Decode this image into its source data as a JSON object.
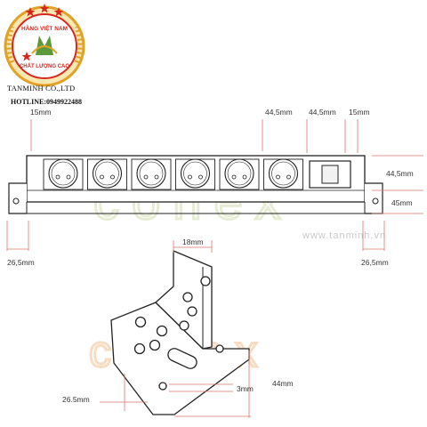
{
  "brand": {
    "logo_top": "HÀNG VIỆT NAM",
    "logo_bottom": "CHẤT LƯỢNG CAO",
    "company": "TANMINH CO.,LTD",
    "hotline": "HOTLINE:0949922488",
    "watermark_logo": "conex",
    "watermark_url": "www.tanminh.vn"
  },
  "power_strip": {
    "dim_left_top": "15mm",
    "dim_socket_pitch": "44,5mm",
    "dim_switch": "44,5mm",
    "dim_right_top": "15mm",
    "dim_height_upper": "44,5mm",
    "dim_height_lower": "45mm",
    "dim_left_bottom": "26,5mm",
    "dim_right_bottom": "26,5mm"
  },
  "bracket": {
    "dim_top": "18mm",
    "dim_left": "26.5mm",
    "dim_slot": "3mm",
    "dim_height": "44mm"
  },
  "colors": {
    "dimension": "#d9776e",
    "outline": "#222222",
    "watermark_green": "#e7ecd4",
    "watermark_orange": "#f6ddc2",
    "logo_red": "#d7261e",
    "logo_gold": "#e0a126",
    "logo_green": "#5b9a3a"
  }
}
